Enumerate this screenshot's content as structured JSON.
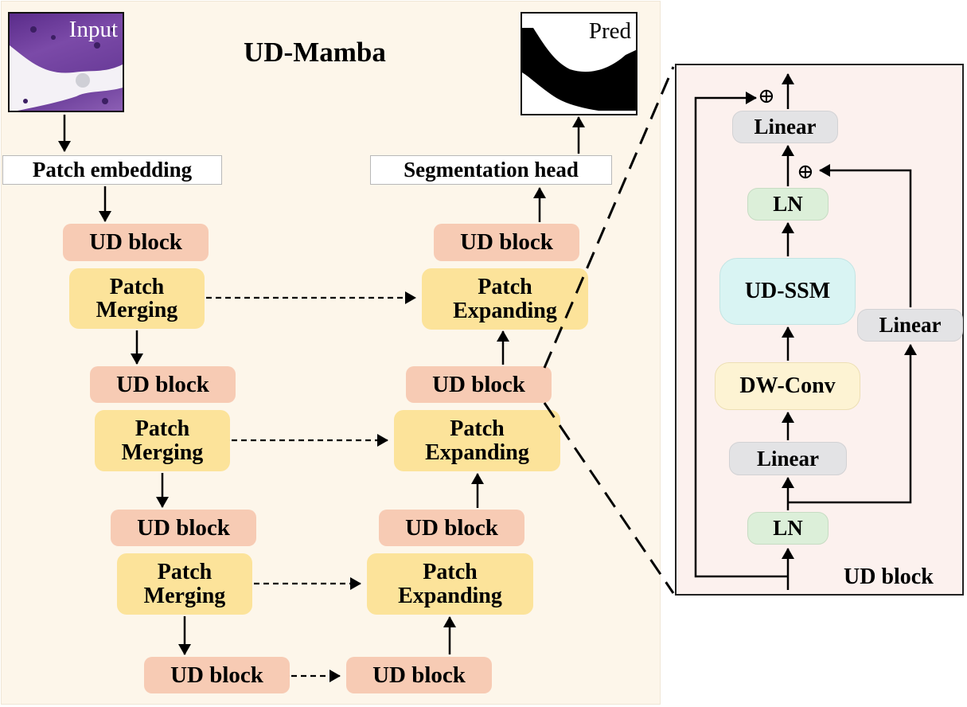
{
  "title": "UD-Mamba",
  "input_label": "Input",
  "pred_label": "Pred",
  "patch_embedding": "Patch embedding",
  "segmentation_head": "Segmentation head",
  "encoder": {
    "ud_blocks": [
      "UD block",
      "UD block",
      "UD block"
    ],
    "patch_merging": [
      "Patch\nMerging",
      "Patch\nMerging",
      "Patch\nMerging"
    ]
  },
  "bottleneck": [
    "UD block",
    "UD block"
  ],
  "decoder": {
    "ud_blocks": [
      "UD block",
      "UD block",
      "UD block"
    ],
    "patch_expanding": [
      "Patch\nExpanding",
      "Patch\nExpanding",
      "Patch\nExpanding"
    ]
  },
  "ud_block_detail": {
    "caption": "UD block",
    "linear_top": "Linear",
    "ln_upper": "LN",
    "ud_ssm": "UD-SSM",
    "dw_conv": "DW-Conv",
    "linear_lower": "Linear",
    "ln_lower": "LN",
    "linear_side": "Linear",
    "add_symbol": "⊕"
  },
  "colors": {
    "ud_block": "#f7cbb4",
    "patch_op": "#fce39a",
    "background": "#fdf6ea",
    "detail_background": "#fcf1ee",
    "linear": "#e3e3e5",
    "ln": "#dcefd9",
    "ud_ssm": "#d9f4f3",
    "dw_conv": "#fdf3d3"
  }
}
